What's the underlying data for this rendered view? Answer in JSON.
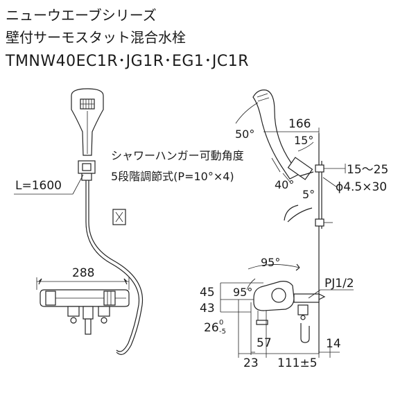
{
  "header": {
    "series": "ニューウエーブシリーズ",
    "product": "壁付サーモスタット混合水栓",
    "model": "TMNW40EC1R･JG1R･EG1･JC1R"
  },
  "left_view": {
    "hose_length": "L=1600",
    "width": "288"
  },
  "right_view": {
    "hanger_note_line1": "シャワーハンガー可動角度",
    "hanger_note_line2": "5段階調節式(P=10°×4)",
    "angle_50": "50°",
    "angle_15": "15°",
    "angle_40": "40°",
    "angle_5": "5°",
    "dim_166": "166",
    "dim_15_25": "15～25",
    "dim_phi": "ϕ4.5×30",
    "angle_95_top": "95°",
    "angle_95_inner": "95°",
    "dim_45": "45",
    "dim_43": "43",
    "dim_26": "26",
    "dim_26_upper_tol": "0",
    "dim_26_lower_tol": "-5",
    "pipe_thread": "PJ1/2",
    "dim_57": "57",
    "dim_14": "14",
    "dim_23": "23",
    "dim_111": "111±5"
  }
}
